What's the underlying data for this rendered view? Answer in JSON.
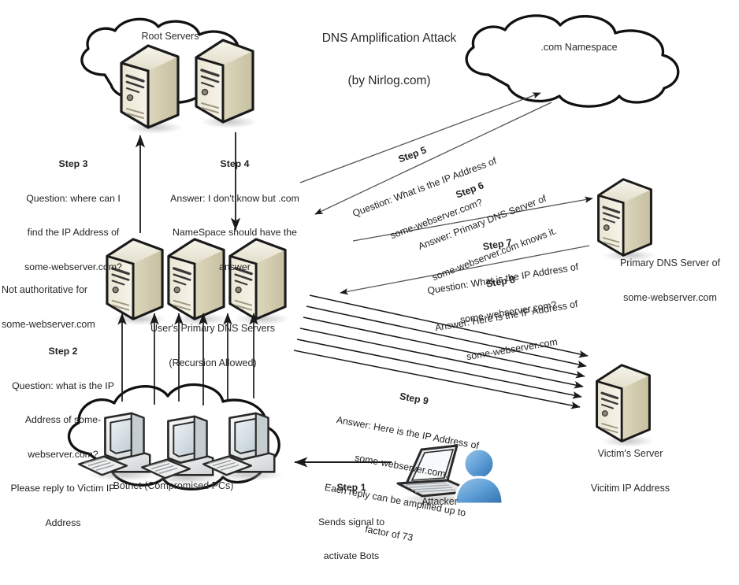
{
  "title": {
    "line1": "DNS Amplification Attack",
    "line2": "(by Nirlog.com)"
  },
  "nodes": {
    "root_servers": {
      "label": "Root Servers",
      "icon": "cloud-icon",
      "server_icon": "server-tower-icon",
      "count": 2
    },
    "com_namespace": {
      "label": ".com Namespace",
      "icon": "cloud-icon"
    },
    "user_dns": {
      "label_line1": "User's Primary DNS Servers",
      "label_line2": "(Recursion Allowed)",
      "note_line1": "Not authoritative for",
      "note_line2": "some-webserver.com",
      "icon": "server-tower-icon",
      "count": 3
    },
    "primary_dns": {
      "label_line1": "Primary DNS Server of",
      "label_line2": "some-webserver.com",
      "icon": "server-tower-icon"
    },
    "victim": {
      "label_line1": "Victim's Server",
      "label_line2": "Vicitim IP Address",
      "icon": "server-tower-icon"
    },
    "botnet": {
      "label": "Botnet (Compromised PCs)",
      "icon": "cloud-icon",
      "pc_icon": "desktop-pc-icon",
      "count": 3
    },
    "attacker": {
      "label": "Attacker",
      "icon": "person-icon",
      "device_icon": "laptop-icon"
    }
  },
  "steps": [
    {
      "id": "step1",
      "title": "Step 1",
      "lines": [
        "Sends signal to",
        "activate Bots"
      ],
      "arrow": "arrow-left-icon"
    },
    {
      "id": "step2",
      "title": "Step 2",
      "lines": [
        "Question: what is the IP",
        "Address of some-",
        "webserver.com?",
        "Please reply to Victim IP",
        "Address"
      ],
      "arrow": "arrow-up-icon"
    },
    {
      "id": "step3",
      "title": "Step 3",
      "lines": [
        "Question: where can I",
        "find the IP Address of",
        "some-webserver.com?"
      ],
      "arrow": "arrow-up-icon"
    },
    {
      "id": "step4",
      "title": "Step 4",
      "lines": [
        "Answer: I don't know but .com",
        "NameSpace should have the",
        "answer"
      ],
      "arrow": "arrow-down-icon"
    },
    {
      "id": "step5",
      "title": "Step 5",
      "lines": [
        "Question: What is the IP Address of",
        "some-webserver.com?"
      ],
      "arrow": "arrow-up-right-icon"
    },
    {
      "id": "step6",
      "title": "Step 6",
      "lines": [
        "Answer: Primary DNS Server of",
        "some-webserver.com knows it."
      ],
      "arrow": "arrow-down-left-icon"
    },
    {
      "id": "step7",
      "title": "Step 7",
      "lines": [
        "Question: What is the IP Address of",
        "some-webserver.com?"
      ],
      "arrow": "arrow-right-icon"
    },
    {
      "id": "step8",
      "title": "Step 8",
      "lines": [
        "Answer: Here is the IP Address of",
        "some-webserver.com"
      ],
      "arrow": "arrow-left-icon"
    },
    {
      "id": "step9",
      "title": "Step 9",
      "lines": [
        "Answer: Here is the IP Address of",
        "some-webserver.com.",
        "Each reply can be amplified up to",
        "factor of 73"
      ],
      "arrow": "arrow-right-icon",
      "amplification_factor": 73,
      "arrow_count": 6
    }
  ],
  "colors": {
    "ink": "#1a1a1a",
    "server_light": "#f2efe2",
    "server_mid": "#ddd8c0",
    "server_dark": "#c9c3a6",
    "pc_light": "#f4f4f4",
    "pc_mid": "#d8dadb",
    "person_blue": "#5a9bd4",
    "person_blue_dark": "#2f6fae",
    "background": "#ffffff"
  }
}
